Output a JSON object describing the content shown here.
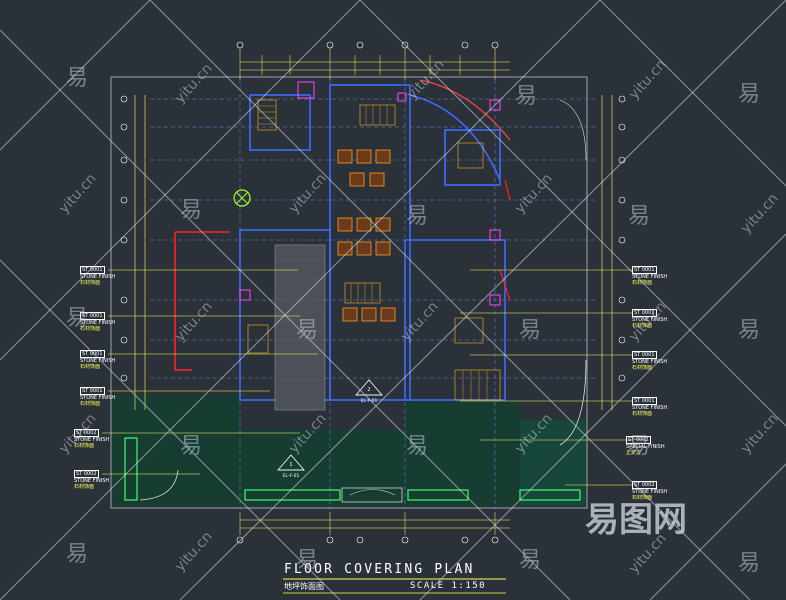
{
  "title": {
    "main": "FLOOR COVERING PLAN",
    "chinese": "地坪饰面图",
    "scale": "SCALE 1:150"
  },
  "section_markers": [
    {
      "number": "2",
      "ref": "EL-F-01"
    },
    {
      "number": "1",
      "ref": "EL-F-01"
    }
  ],
  "left_tags": [
    {
      "code": "ST 0001",
      "en": "STONE FINISH",
      "cn": "石材饰面"
    },
    {
      "code": "ST 0001",
      "en": "STONE FINISH",
      "cn": "石材饰面"
    },
    {
      "code": "ST 0001",
      "en": "STONE FINISH",
      "cn": "石材饰面"
    },
    {
      "code": "ST 0001",
      "en": "STONE FINISH",
      "cn": "石材饰面"
    },
    {
      "code": "ST 0002",
      "en": "STONE FINISH",
      "cn": "石材饰面"
    },
    {
      "code": "ST 0002",
      "en": "STONE FINISH",
      "cn": "石材饰面"
    }
  ],
  "right_tags": [
    {
      "code": "ST 0001",
      "en": "STONE FINISH",
      "cn": "石材饰面"
    },
    {
      "code": "ST 0001",
      "en": "STONE FINISH",
      "cn": "石材饰面"
    },
    {
      "code": "ST 0001",
      "en": "STONE FINISH",
      "cn": "石材饰面"
    },
    {
      "code": "ST 0001",
      "en": "STONE FINISH",
      "cn": "石材饰面"
    },
    {
      "code": "ST 0002",
      "en": "SPECIAL FINISH",
      "cn": "正交方"
    },
    {
      "code": "ST 0002",
      "en": "STONE FINISH",
      "cn": "石材饰面"
    }
  ],
  "watermark": {
    "glyph": "易",
    "url": "yitu.cn",
    "brand": "易图网"
  }
}
